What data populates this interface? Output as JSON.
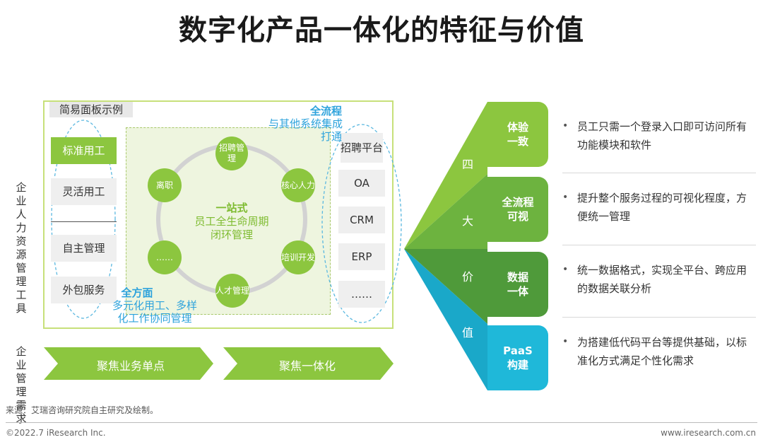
{
  "title": "数字化产品一体化的特征与价值",
  "left_labels": {
    "tools": "企业人力资源管理工具",
    "needs": "企业管理需求"
  },
  "panel_label": "简易面板示例",
  "left_items": [
    "标准用工",
    "灵活用工",
    "自主管理",
    "外包服务"
  ],
  "right_items": [
    "招聘平台",
    "OA",
    "CRM",
    "ERP",
    "……"
  ],
  "cycle_nodes": [
    "招聘管理",
    "核心人力",
    "培训开发",
    "人才管理",
    "……",
    "离职"
  ],
  "center": {
    "head": "一站式",
    "line1": "员工全生命周期",
    "line2": "闭环管理"
  },
  "full_process": {
    "head": "全流程",
    "line1": "与其他系统集成",
    "line2": "打通"
  },
  "all_aspects": {
    "head": "全方面",
    "line1": "多元化用工、多样",
    "line2": "化工作协同管理"
  },
  "arrows": [
    "聚焦业务单点",
    "聚焦一体化"
  ],
  "four_values_label": [
    "四",
    "大",
    "价",
    "值"
  ],
  "values": [
    {
      "badge": "体验一致",
      "text": "员工只需一个登录入口即可访问所有功能模块和软件",
      "color": "#8cc63f"
    },
    {
      "badge": "全流程可视",
      "text": "提升整个服务过程的可视化程度，方便统一管理",
      "color": "#6db33f"
    },
    {
      "badge": "数据一体",
      "text": "统一数据格式，实现全平台、跨应用的数据关联分析",
      "color": "#4f9a3a"
    },
    {
      "badge": "PaaS构建",
      "text": "为搭建低代码平台等提供基础，以标准化方式满足个性化需求",
      "color": "#1fb8d9"
    }
  ],
  "source": "来源：艾瑞咨询研究院自主研究及绘制。",
  "footer_left": "©2022.7 iResearch Inc.",
  "footer_right": "www.iresearch.com.cn"
}
